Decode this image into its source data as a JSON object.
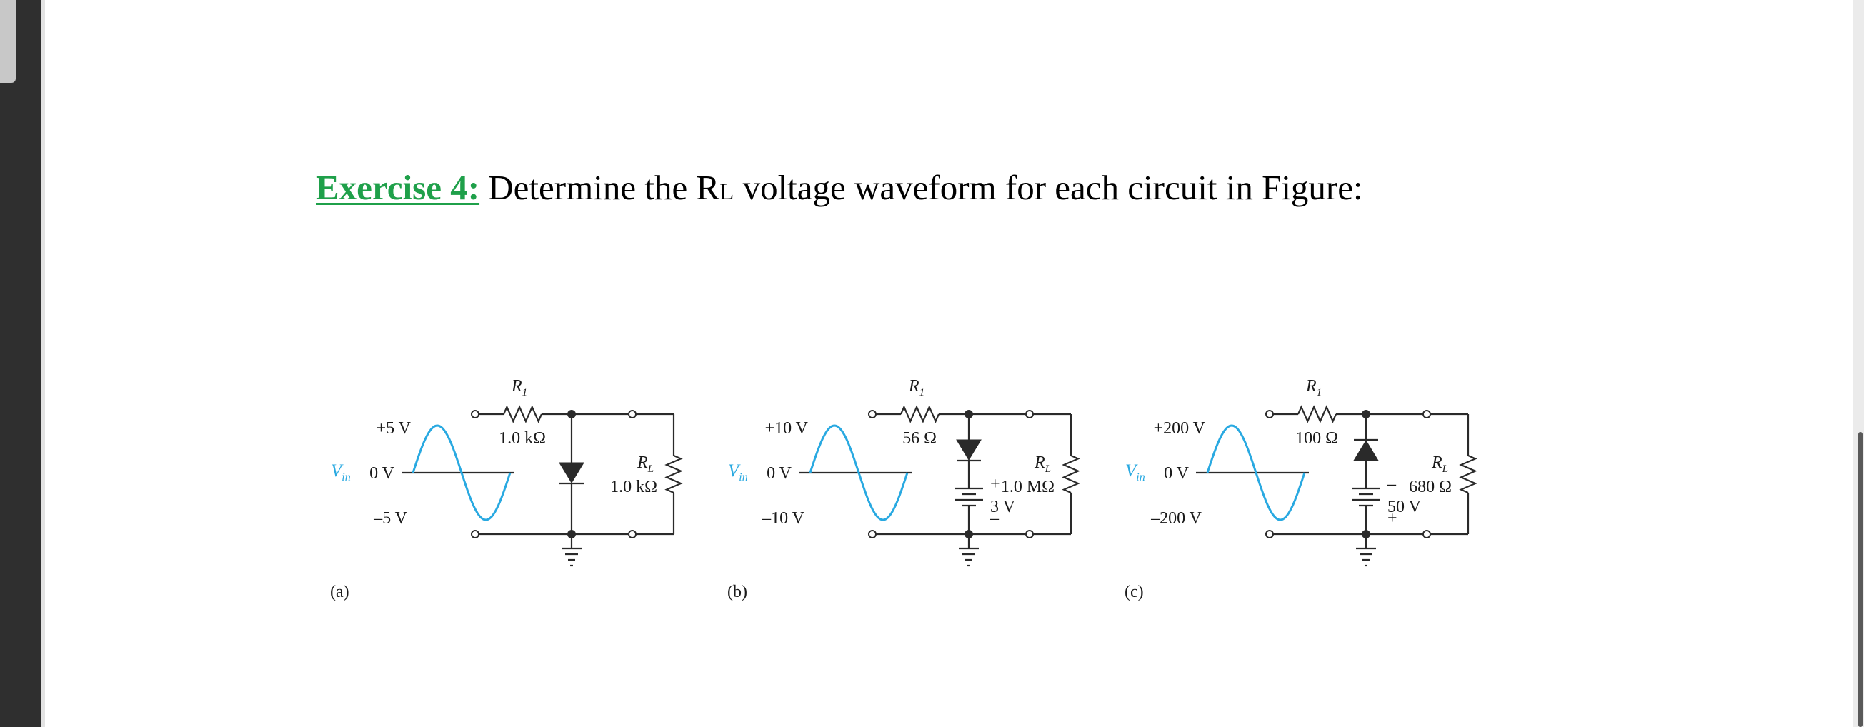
{
  "exercise": {
    "label": "Exercise 4:",
    "text_before_sub": " Determine the R",
    "subscript": "L",
    "text_after_sub": " voltage waveform for each circuit in Figure:"
  },
  "circuits": [
    {
      "id": "a",
      "caption": "(a)",
      "source_label": "V",
      "source_sub": "in",
      "pos_peak": "+5 V",
      "zero": "0 V",
      "neg_peak": "–5 V",
      "r1_name": "R",
      "r1_sub": "1",
      "r1_value": "1.0 kΩ",
      "rl_name": "R",
      "rl_sub": "L",
      "rl_value": "1.0 kΩ",
      "diode_direction": "down"
    },
    {
      "id": "b",
      "caption": "(b)",
      "source_label": "V",
      "source_sub": "in",
      "pos_peak": "+10 V",
      "zero": "0 V",
      "neg_peak": "–10 V",
      "r1_name": "R",
      "r1_sub": "1",
      "r1_value": "56 Ω",
      "rl_name": "R",
      "rl_sub": "L",
      "rl_value": "1.0 MΩ",
      "battery_value": "3 V",
      "battery_top_sign": "+",
      "battery_bottom_sign": "–",
      "diode_direction": "down"
    },
    {
      "id": "c",
      "caption": "(c)",
      "source_label": "V",
      "source_sub": "in",
      "pos_peak": "+200 V",
      "zero": "0 V",
      "neg_peak": "–200 V",
      "r1_name": "R",
      "r1_sub": "1",
      "r1_value": "100 Ω",
      "rl_name": "R",
      "rl_sub": "L",
      "rl_value": "680 Ω",
      "battery_value": "50 V",
      "battery_top_sign": "–",
      "battery_bottom_sign": "+",
      "diode_direction": "up"
    }
  ]
}
